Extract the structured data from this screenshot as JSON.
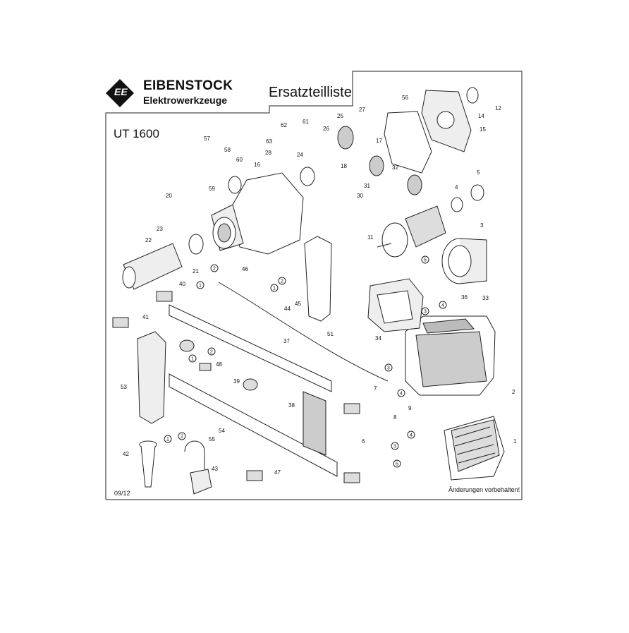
{
  "header": {
    "brand": "EIBENSTOCK",
    "subbrand": "Elektrowerkzeuge",
    "document_title": "Ersatzteilliste",
    "model": "UT 1600",
    "logo_letters": "EE"
  },
  "footer": {
    "date_code": "09/12",
    "disclaimer": "Änderungen vorbehalten!"
  },
  "part_numbers": [
    "1",
    "2",
    "3",
    "4",
    "5",
    "6",
    "7",
    "8",
    "9",
    "11",
    "12",
    "14",
    "15",
    "16",
    "17",
    "18",
    "20",
    "21",
    "22",
    "23",
    "24",
    "25",
    "26",
    "27",
    "28",
    "30",
    "31",
    "32",
    "33",
    "34",
    "36",
    "37",
    "38",
    "39",
    "40",
    "41",
    "42",
    "43",
    "44",
    "45",
    "46",
    "47",
    "48",
    "51",
    "53",
    "54",
    "55",
    "56",
    "57",
    "58",
    "59",
    "60",
    "61",
    "62",
    "63"
  ],
  "wire_markers": [
    "1",
    "2",
    "3",
    "4",
    "5"
  ]
}
